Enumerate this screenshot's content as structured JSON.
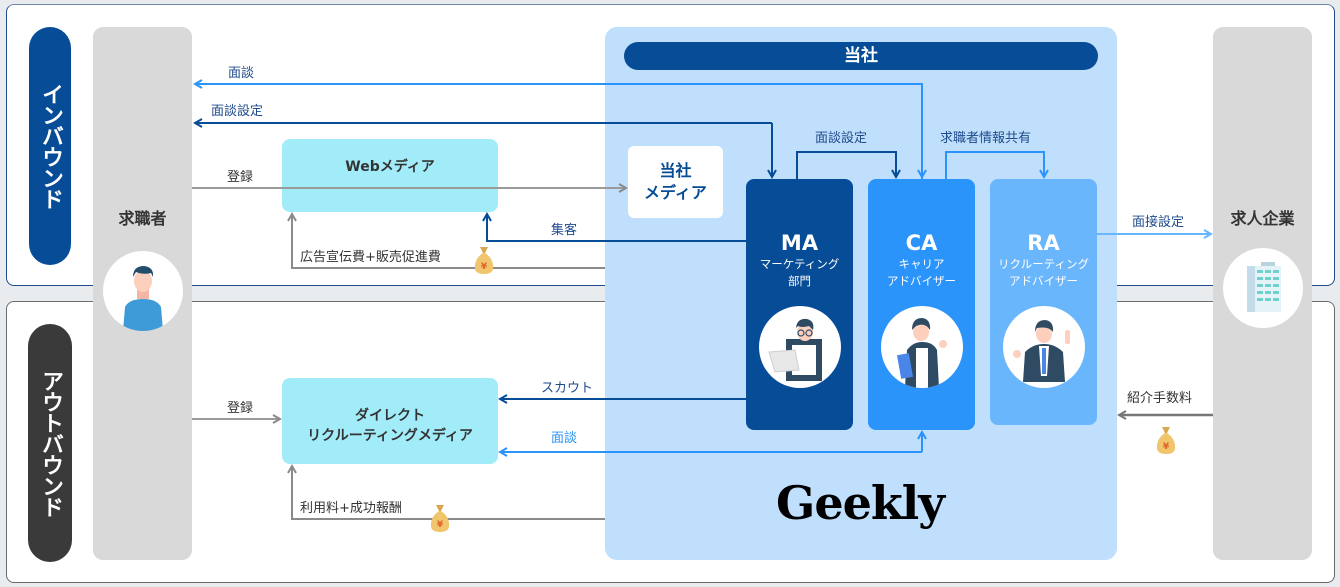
{
  "sections": {
    "inbound": "インバウンド",
    "outbound": "アウトバウンド"
  },
  "actors": {
    "job_seeker": "求職者",
    "hiring_company": "求人企業"
  },
  "company": {
    "header": "当社",
    "own_media": [
      "当社",
      "メディア"
    ],
    "logo": "Geekly",
    "departments": [
      {
        "abbr": "MA",
        "desc": [
          "マーケティング",
          "部門"
        ],
        "color": "#064c97"
      },
      {
        "abbr": "CA",
        "desc": [
          "キャリア",
          "アドバイザー"
        ],
        "color": "#2b94fa"
      },
      {
        "abbr": "RA",
        "desc": [
          "リクルーティング",
          "アドバイザー"
        ],
        "color": "#6ab6fc"
      }
    ]
  },
  "media": {
    "web": "Webメディア",
    "direct": [
      "ダイレクト",
      "リクルーティングメディア"
    ]
  },
  "flows": {
    "interview": "面談",
    "interview_setup": "面談設定",
    "register_inbound": "登録",
    "ad_cost": "広告宣伝費+販売促進費",
    "attract": "集客",
    "internal_interview_setup": "面談設定",
    "seeker_info_share": "求職者情報共有",
    "job_interview_setup": "面接設定",
    "register_outbound": "登録",
    "scout": "スカウト",
    "interview_outbound": "面談",
    "usage_fee": "利用料+成功報酬",
    "referral_fee": "紹介手数料"
  },
  "colors": {
    "dark_blue": "#064c97",
    "mid_blue": "#2b94fa",
    "light_blue": "#6ab6fc",
    "cyan_media": "#a1ecf8",
    "company_bg": "#bfdffc",
    "gray_arrow": "#8a8a8a"
  }
}
